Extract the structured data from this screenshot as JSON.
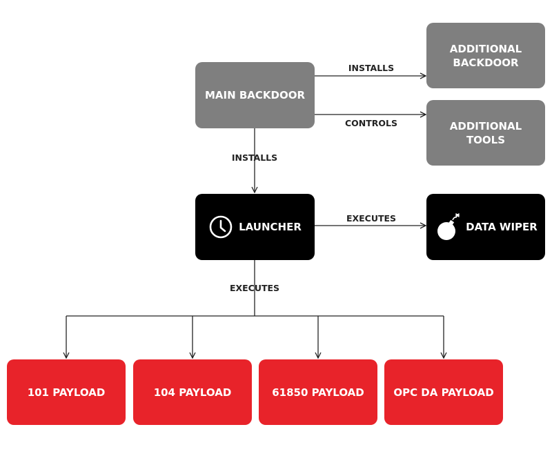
{
  "nodes": {
    "main_backdoor": "MAIN BACKDOOR",
    "additional_backdoor": "ADDITIONAL\nBACKDOOR",
    "additional_tools": "ADDITIONAL\nTOOLS",
    "launcher": "LAUNCHER",
    "data_wiper": "DATA WIPER",
    "payload_101": "101 PAYLOAD",
    "payload_104": "104 PAYLOAD",
    "payload_61850": "61850 PAYLOAD",
    "payload_opcda": "OPC DA PAYLOAD"
  },
  "edges": {
    "installs_backdoor": "INSTALLS",
    "controls_tools": "CONTROLS",
    "installs_launcher": "INSTALLS",
    "executes_wiper": "EXECUTES",
    "executes_payloads": "EXECUTES"
  },
  "icons": {
    "launcher": "clock-icon",
    "data_wiper": "bomb-icon"
  },
  "colors": {
    "gray_node": "#7f7f7f",
    "black_node": "#000000",
    "red_node": "#e8232a"
  }
}
